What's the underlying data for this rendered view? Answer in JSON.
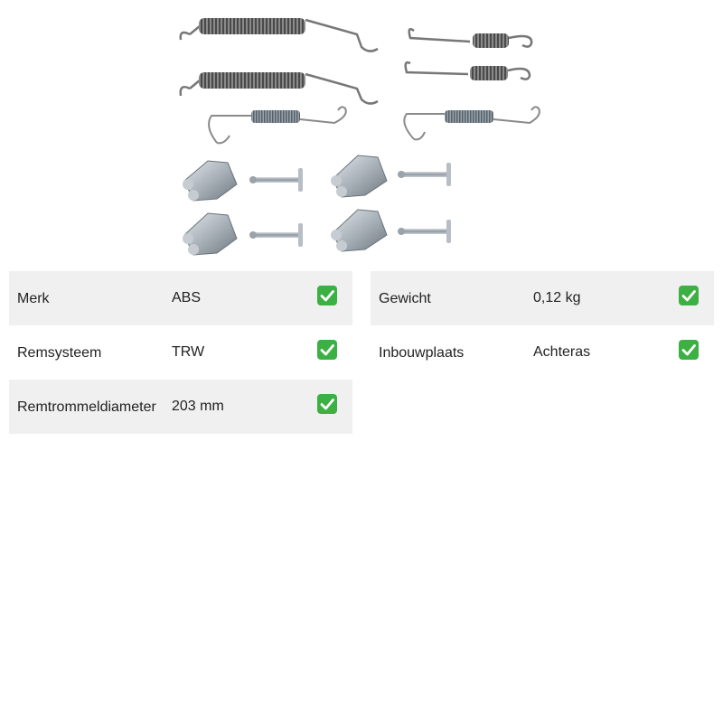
{
  "image": {
    "icon": "brake-shoe-accessory-kit-image"
  },
  "specs": {
    "left": [
      {
        "label": "Merk",
        "value": "ABS"
      },
      {
        "label": "Remsysteem",
        "value": "TRW"
      },
      {
        "label": "Remtrommeldiameter",
        "value": "203 mm"
      }
    ],
    "right": [
      {
        "label": "Gewicht",
        "value": "0,12 kg"
      },
      {
        "label": "Inbouwplaats",
        "value": "Achteras"
      }
    ]
  },
  "colors": {
    "check": "#3cb043",
    "row_shade": "#f0f0f0",
    "spring": "#6a6a6a",
    "clip": "#b9c0c7"
  }
}
